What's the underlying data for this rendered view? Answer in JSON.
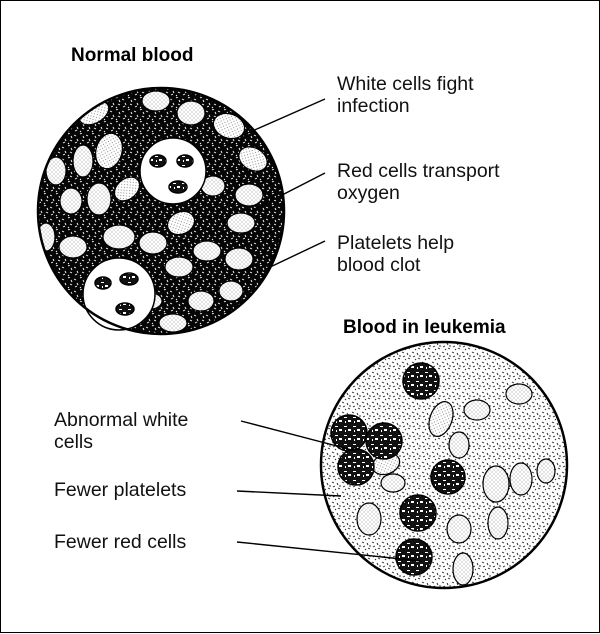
{
  "panels": {
    "normal": {
      "title": "Normal blood",
      "labels": {
        "white": "White cells fight\ninfection",
        "red": "Red cells transport\noxygen",
        "platelets": "Platelets help\nblood clot"
      }
    },
    "leukemia": {
      "title": "Blood in leukemia",
      "labels": {
        "abnormal": "Abnormal white\ncells",
        "platelets": "Fewer platelets",
        "red": "Fewer red cells"
      }
    }
  },
  "colors": {
    "ink": "#000000",
    "paper": "#ffffff"
  }
}
